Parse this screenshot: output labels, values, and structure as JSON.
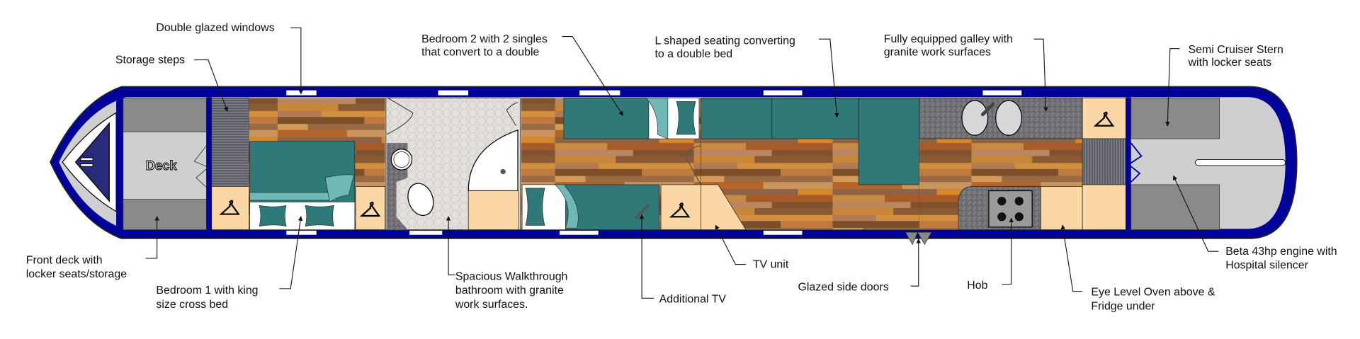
{
  "diagram": {
    "title": "Narrowboat floor plan",
    "deck_label": "Deck",
    "colors": {
      "hull": "#00009a",
      "teal": "#2f7a78",
      "light_teal": "#6fb8b8",
      "peach": "#fcd7a6",
      "locker_gray": "#8a8a8a",
      "deck_gray": "#cfcfcf",
      "tile": "#e2dedb",
      "granite": "#6e6e72"
    },
    "labels": {
      "double_glazed": [
        "Double glazed windows"
      ],
      "storage_steps": [
        "Storage steps"
      ],
      "bedroom2": [
        "Bedroom 2 with 2 singles",
        "that convert to a double"
      ],
      "l_seating": [
        "L shaped seating converting",
        "to a double bed"
      ],
      "galley": [
        "Fully equipped galley with",
        "granite work surfaces"
      ],
      "stern": [
        "Semi Cruiser Stern",
        "with locker seats"
      ],
      "front_deck": [
        "Front deck with",
        "locker seats/storage"
      ],
      "bedroom1": [
        "Bedroom 1 with king",
        "size cross bed"
      ],
      "bathroom": [
        "Spacious Walkthrough",
        "bathroom with granite",
        "work surfaces."
      ],
      "additional_tv": [
        "Additional TV"
      ],
      "tv_unit": [
        "TV unit"
      ],
      "side_doors": [
        "Glazed side doors"
      ],
      "hob": [
        "Hob"
      ],
      "oven": [
        "Eye Level Oven above &",
        "Fridge under"
      ],
      "engine": [
        "Beta 43hp engine with",
        "Hospital silencer"
      ]
    }
  }
}
